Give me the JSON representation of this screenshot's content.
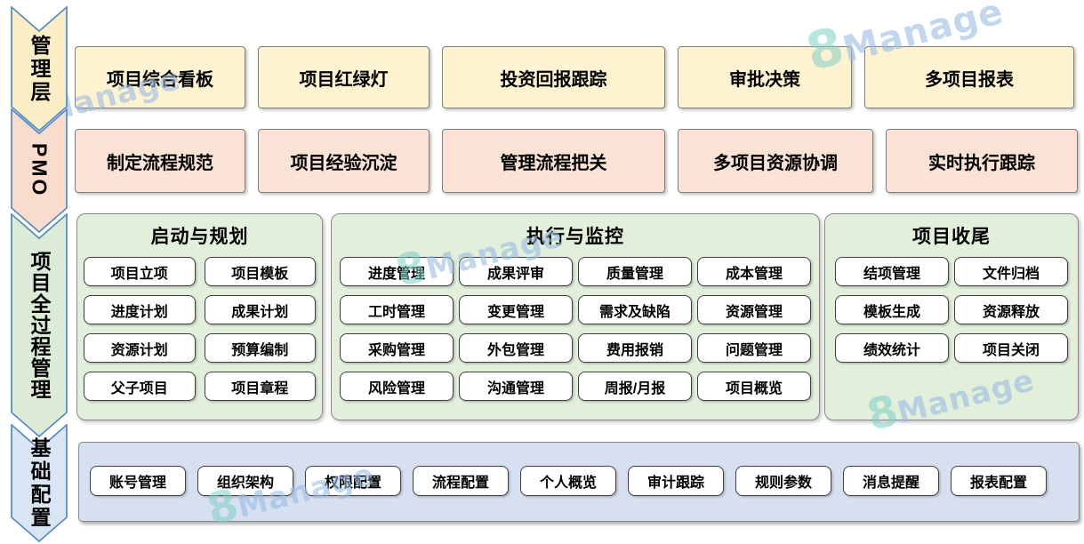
{
  "brand_watermark": {
    "eight": "8",
    "text": "Manage"
  },
  "lanes": [
    {
      "label": "管理层",
      "items": [
        "项目综合看板",
        "项目红绿灯",
        "投资回报跟踪",
        "审批决策",
        "多项目报表"
      ]
    },
    {
      "label": "PMO",
      "items": [
        "制定流程规范",
        "项目经验沉淀",
        "管理流程把关",
        "多项目资源协调",
        "实时执行跟踪"
      ]
    },
    {
      "label": "项目全过程管理",
      "groups": [
        {
          "title": "启动与规划",
          "items": [
            "项目立项",
            "项目模板",
            "进度计划",
            "成果计划",
            "资源计划",
            "预算编制",
            "父子项目",
            "项目章程"
          ]
        },
        {
          "title": "执行与监控",
          "items": [
            "进度管理",
            "成果评审",
            "质量管理",
            "成本管理",
            "工时管理",
            "变更管理",
            "需求及缺陷",
            "资源管理",
            "采购管理",
            "外包管理",
            "费用报销",
            "问题管理",
            "风险管理",
            "沟通管理",
            "周报/月报",
            "项目概览"
          ]
        },
        {
          "title": "项目收尾",
          "items": [
            "结项管理",
            "文件归档",
            "模板生成",
            "资源释放",
            "绩效统计",
            "项目关闭"
          ]
        }
      ]
    },
    {
      "label": "基础配置",
      "items": [
        "账号管理",
        "组织架构",
        "权限配置",
        "流程配置",
        "个人概览",
        "审计跟踪",
        "规则参数",
        "消息提醒",
        "报表配置"
      ]
    }
  ],
  "colors": {
    "lane_management_fill": "#fbeec5",
    "lane_pmo_fill": "#f9dccb",
    "lane_process_fill": "#dcebd5",
    "lane_foundation_fill": "#d9e5f3",
    "chevron_border": "#5b8ec4",
    "box_yellow": "#fdf3d1",
    "box_pink": "#fae2d5",
    "group_green": "#e2efdb",
    "foundation_blue": "#d7e0f1",
    "watermark_eight_color": "#7ed0c6",
    "watermark_text_color": "#9bbde4"
  }
}
